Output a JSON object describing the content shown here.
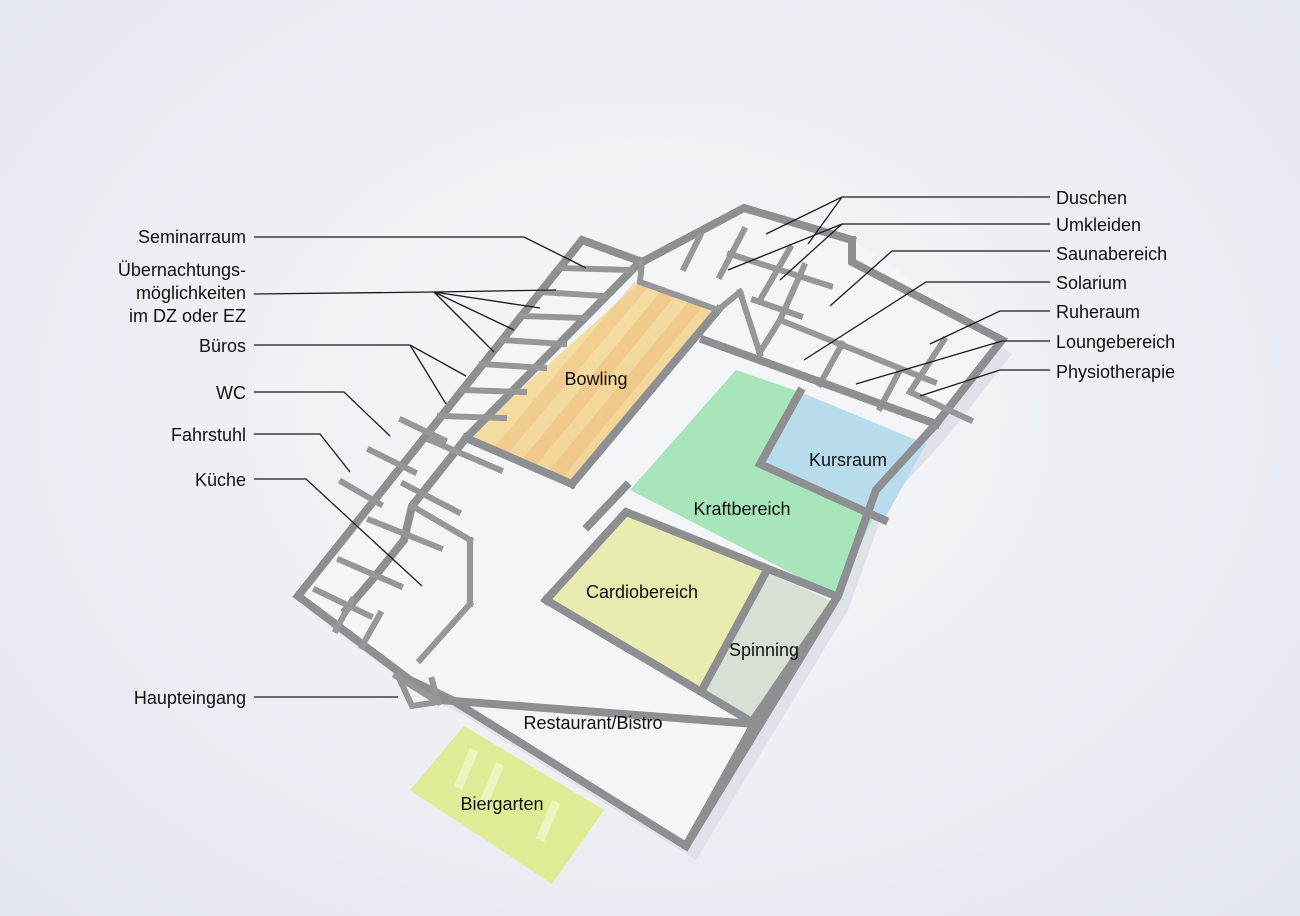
{
  "labels": {
    "seminarraum": "Seminarraum",
    "uebernachtung_1": "Übernachtungs-",
    "uebernachtung_2": "möglichkeiten",
    "uebernachtung_3": "im DZ oder EZ",
    "bueros": "Büros",
    "wc": "WC",
    "fahrstuhl": "Fahrstuhl",
    "kueche": "Küche",
    "haupteingang": "Haupteingang",
    "duschen": "Duschen",
    "umkleiden": "Umkleiden",
    "saunabereich": "Saunabereich",
    "solarium": "Solarium",
    "ruheraum": "Ruheraum",
    "loungebereich": "Loungebereich",
    "physiotherapie": "Physiotherapie"
  },
  "rooms": {
    "bowling": "Bowling",
    "kursraum": "Kursraum",
    "kraftbereich": "Kraftbereich",
    "cardiobereich": "Cardiobereich",
    "spinning": "Spinning",
    "restaurant": "Restaurant/Bistro",
    "biergarten": "Biergarten"
  },
  "colors": {
    "bowling": "#f2d58a",
    "kraftbereich": "#9fe3b4",
    "kursraum": "#b9dcec",
    "cardiobereich": "#e9ecb0",
    "spinning": "#d8dfd4",
    "biergarten": "#dfec95",
    "floor": "#f4f5f8",
    "wall": "#8e8f93"
  }
}
